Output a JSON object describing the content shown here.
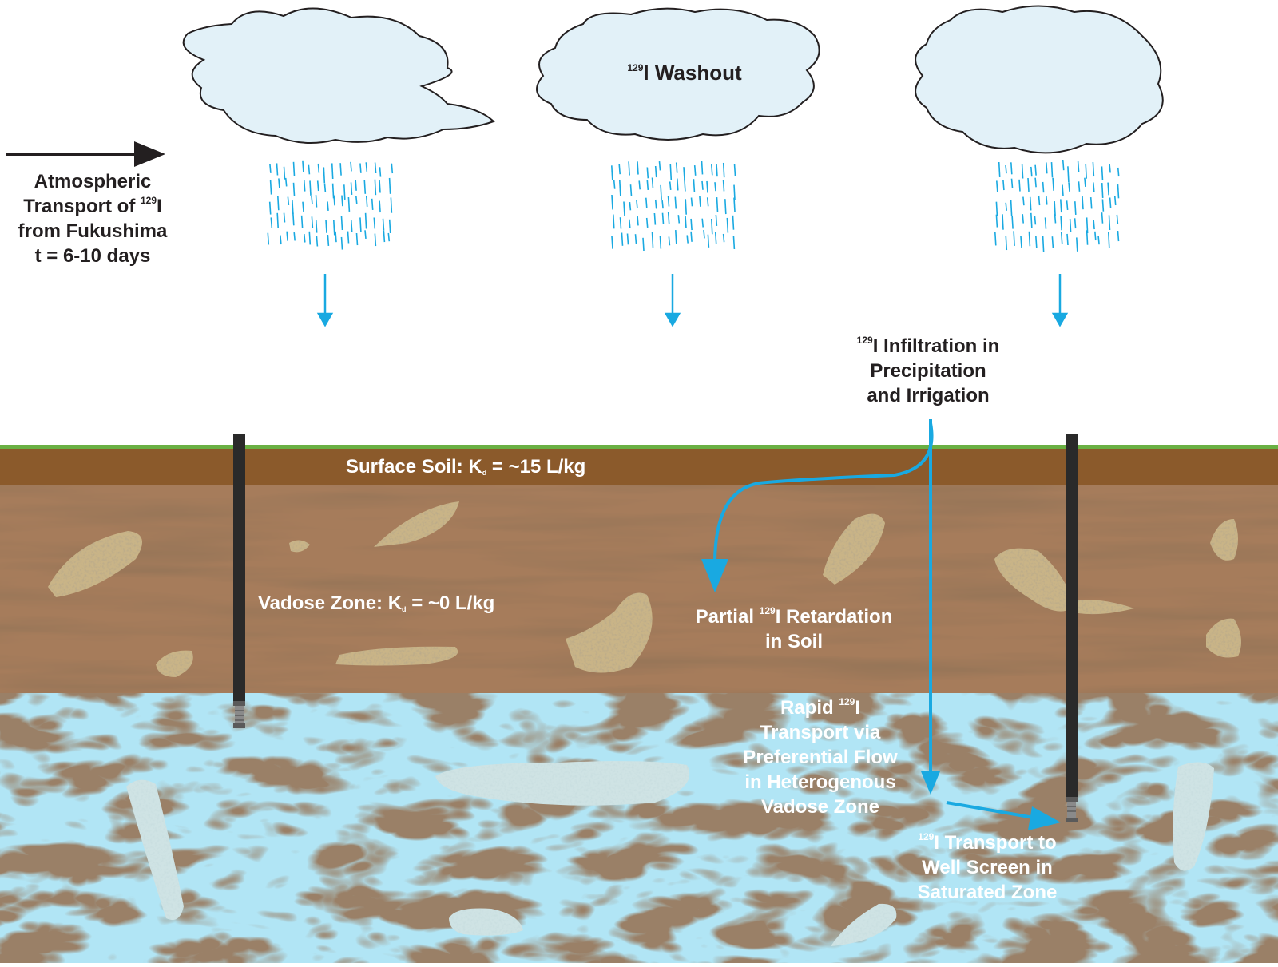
{
  "colors": {
    "grass": "#6ab043",
    "surface_soil": "#8b5a2b",
    "vadose_base": "#a67c5b",
    "saturated_base": "#7fb3c4",
    "water_swirl": "#6ec6e8",
    "arrow_blue": "#19a9e1",
    "well": "#2a2a2a",
    "text_dark": "#231f20",
    "text_light": "#ffffff"
  },
  "transport": {
    "line1": "Atmospheric",
    "line2_prefix": "Transport of ",
    "line2_sup": "129",
    "line2_suffix": "I",
    "line3": "from Fukushima",
    "line4": "t = 6-10 days"
  },
  "washout": {
    "sup": "129",
    "text": "I Washout"
  },
  "infiltration": {
    "sup": "129",
    "line1": "I Infiltration in",
    "line2": "Precipitation",
    "line3": "and Irrigation"
  },
  "surface_soil": {
    "prefix": "Surface Soil: K",
    "sub": "d",
    "suffix": " = ~15 L/kg"
  },
  "vadose": {
    "prefix": "Vadose Zone: K",
    "sub": "d",
    "suffix": " = ~0 L/kg"
  },
  "retardation": {
    "prefix": "Partial ",
    "sup": "129",
    "line1_suffix": "I Retardation",
    "line2": "in Soil"
  },
  "rapid": {
    "line1_prefix": "Rapid ",
    "sup": "129",
    "line1_suffix": "I",
    "line2": "Transport via",
    "line3": "Preferential Flow",
    "line4": "in Heterogenous",
    "line5": "Vadose Zone"
  },
  "well_transport": {
    "sup": "129",
    "line1": "I Transport to",
    "line2": "Well Screen in",
    "line3": "Saturated Zone"
  }
}
